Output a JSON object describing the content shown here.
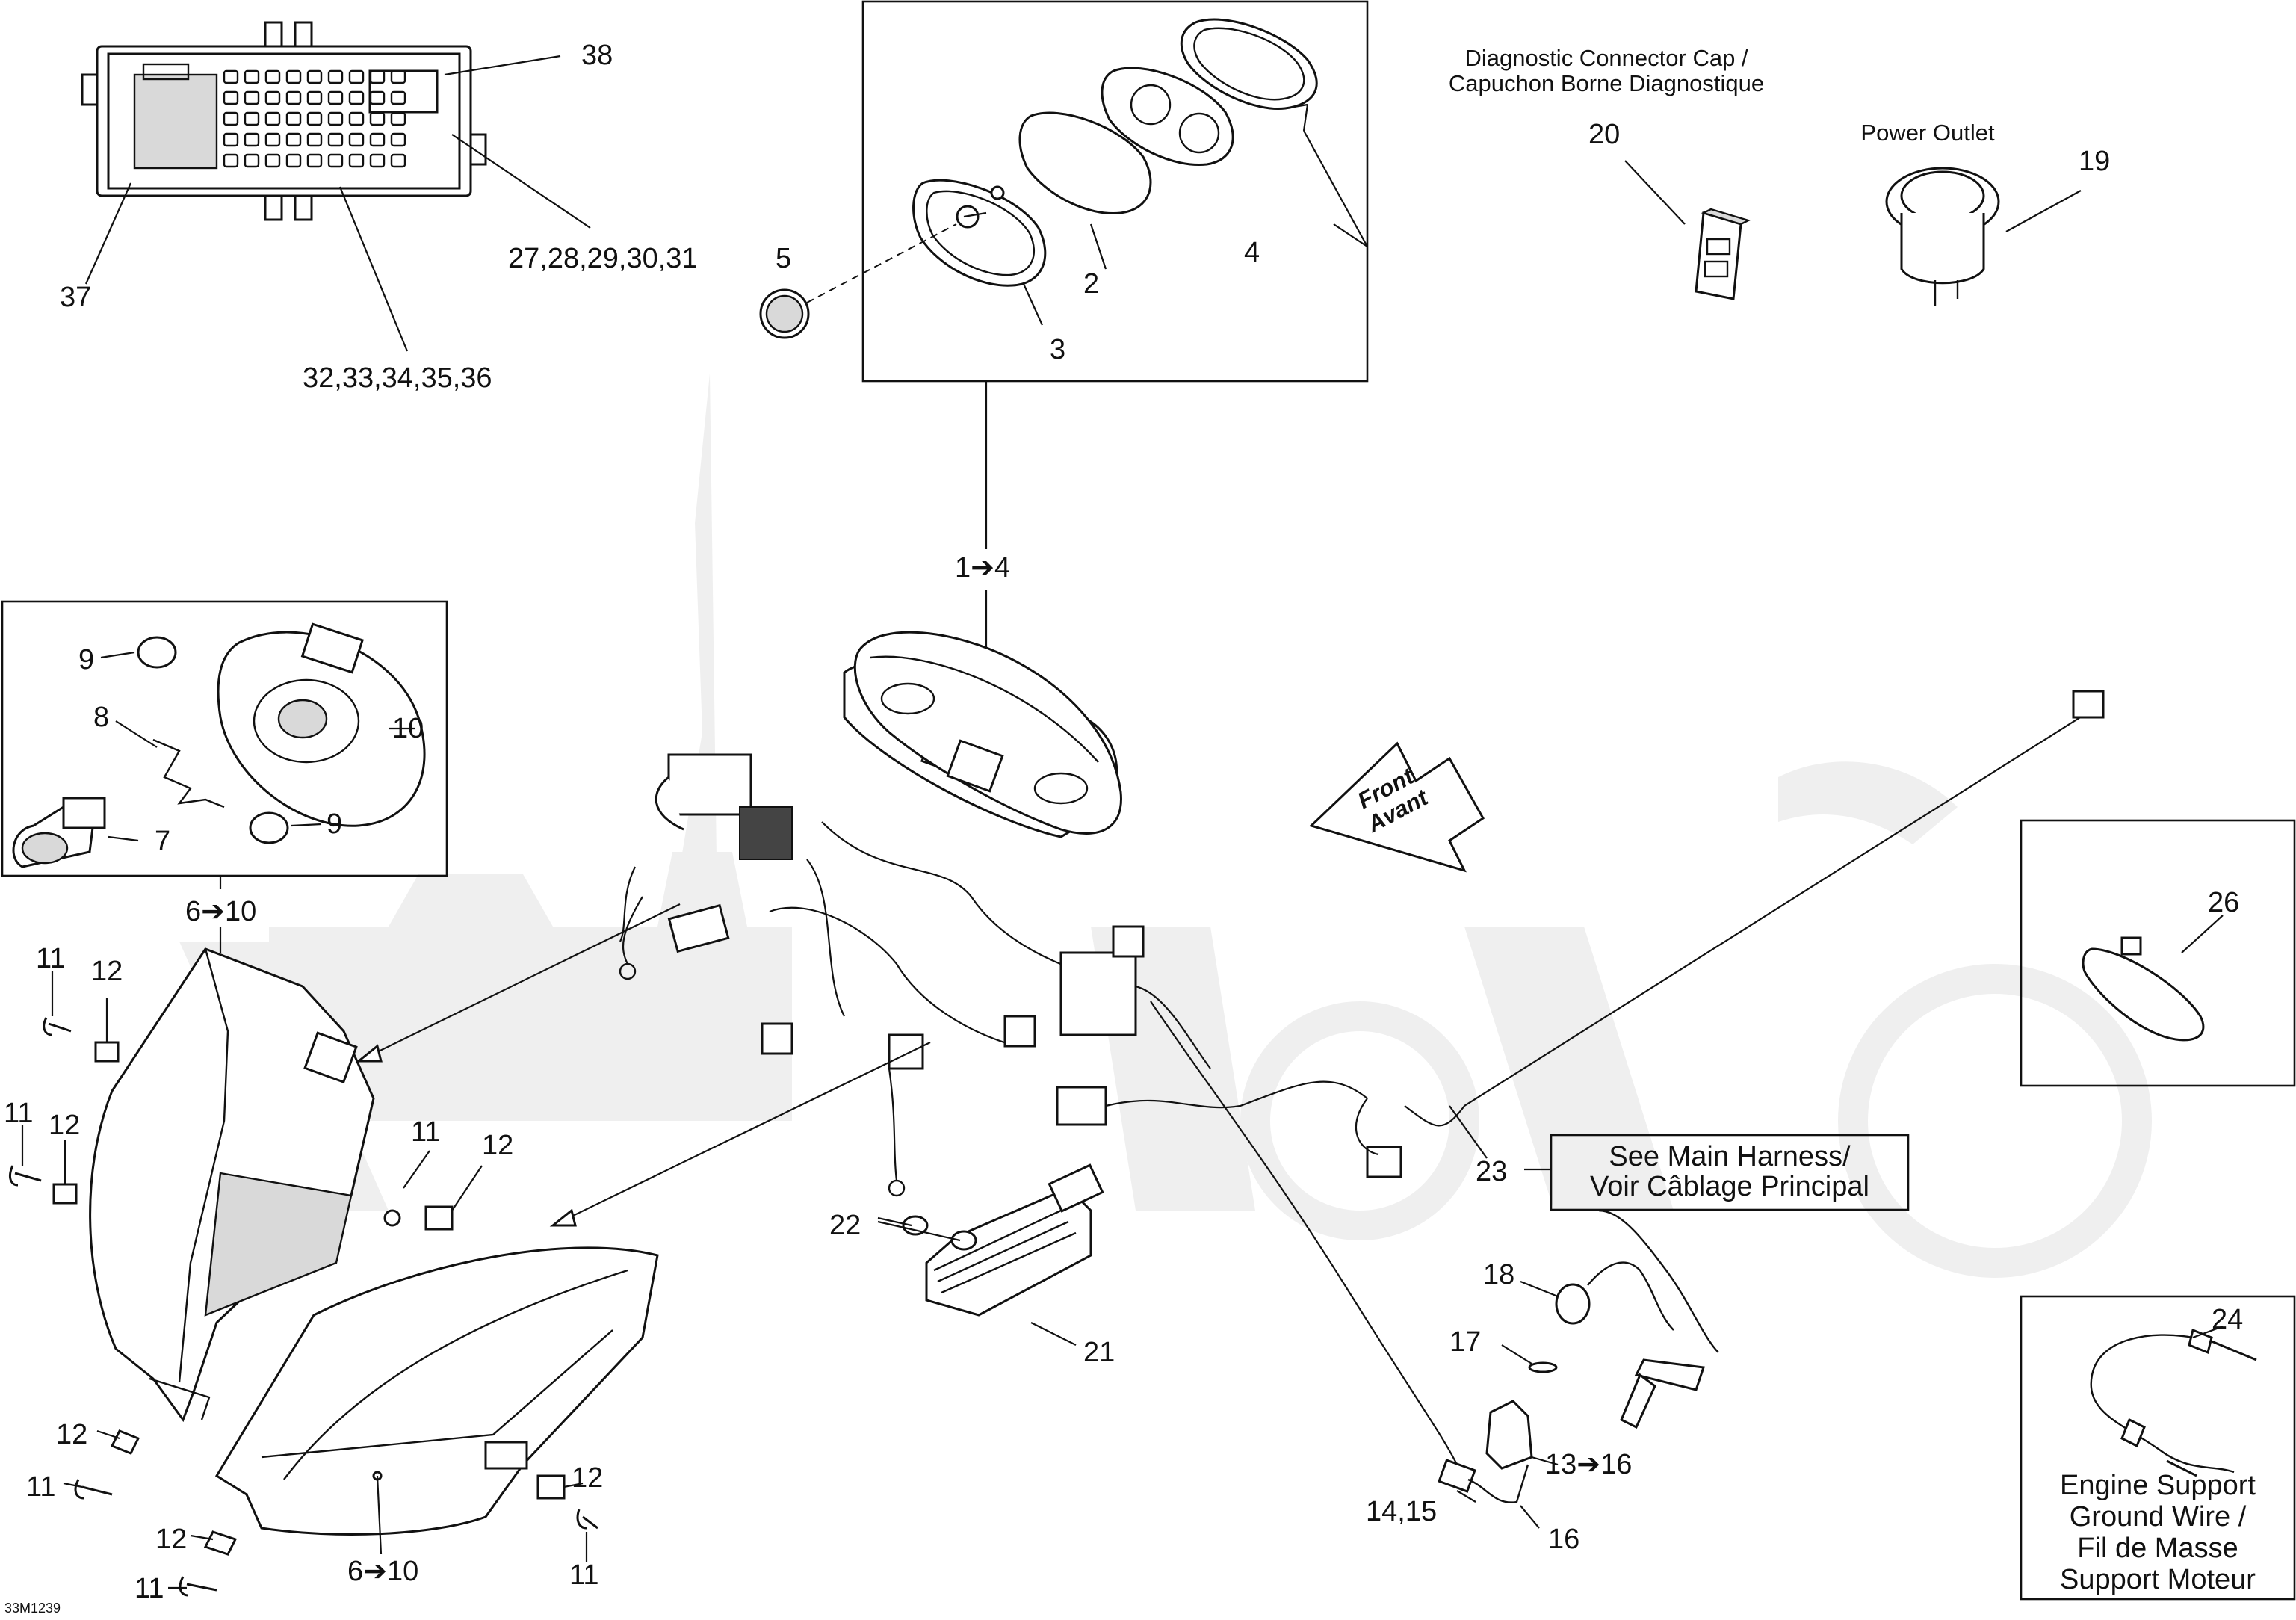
{
  "diagram": {
    "reference_code": "33M1239",
    "accent_color": "#111111",
    "watermark_color": "#efefef",
    "callouts": {
      "c38": "38",
      "c37": "37",
      "c27_31": "27,28,29,30,31",
      "c32_36": "32,33,34,35,36",
      "c5": "5",
      "c2": "2",
      "c3": "3",
      "c4": "4",
      "c1_4": "1➔4",
      "c20": "20",
      "c19": "19",
      "c9a": "9",
      "c8": "8",
      "c10": "10",
      "c7": "7",
      "c9b": "9",
      "c6_10a": "6➔10",
      "c11a": "11",
      "c12a": "12",
      "c11b": "11",
      "c12b": "12",
      "c11c": "11",
      "c12c": "12",
      "c12d": "12",
      "c11d": "11",
      "c12e": "12",
      "c11e": "11",
      "c12f": "12",
      "c11f": "11",
      "c6_10b": "6➔10",
      "c22": "22",
      "c21": "21",
      "c23": "23",
      "c26": "26",
      "c24": "24",
      "c18": "18",
      "c17": "17",
      "c13_16": "13➔16",
      "c14_15": "14,15",
      "c16": "16"
    },
    "labels": {
      "diagnostic_cap": [
        "Diagnostic Connector Cap /",
        "Capuchon Borne Diagnostique"
      ],
      "power_outlet": "Power Outlet",
      "see_main_harness": [
        "See Main Harness/",
        "Voir Câblage Principal"
      ],
      "front_arrow": [
        "Front",
        "Avant"
      ],
      "engine_ground": [
        "Engine Support",
        "Ground Wire /",
        "Fil de Masse",
        "Support Moteur"
      ]
    }
  }
}
